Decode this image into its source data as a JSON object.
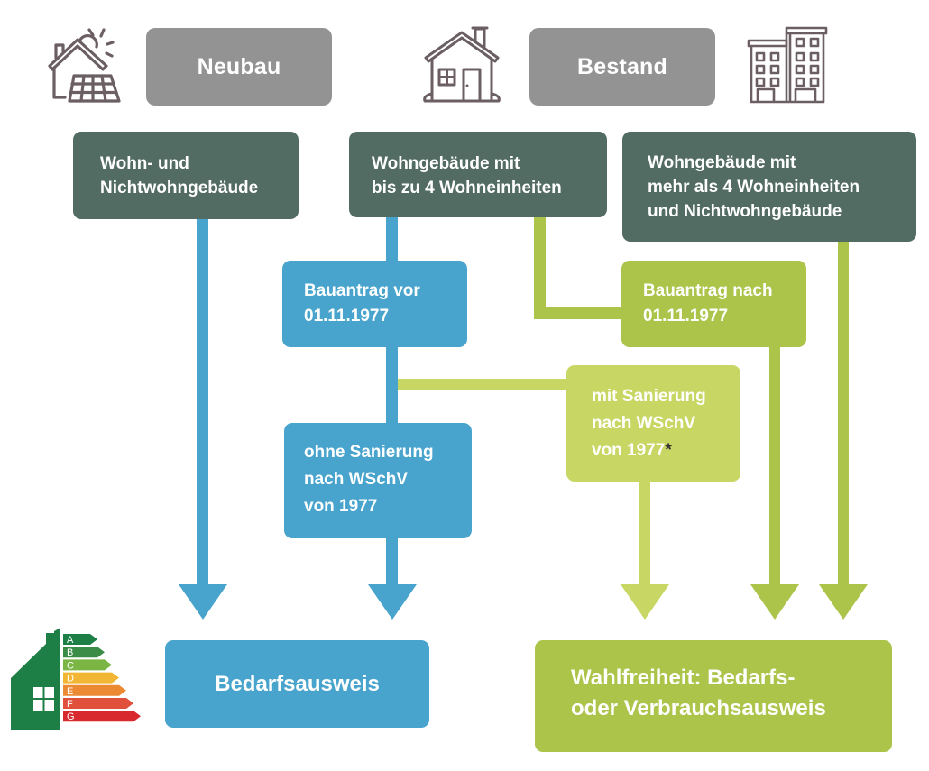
{
  "header": {
    "new_build_label": "Neubau",
    "existing_label": "Bestand"
  },
  "icons": {
    "new_build": "house-with-solar-panel-icon",
    "existing_house": "single-family-house-icon",
    "existing_apartments": "apartment-buildings-icon",
    "energy_label": "energy-efficiency-label-icon"
  },
  "energy_label_classes": [
    "A",
    "B",
    "C",
    "D",
    "E",
    "F",
    "G"
  ],
  "energy_label_colors": [
    "#1d7f45",
    "#3a8c46",
    "#7bb544",
    "#f2b635",
    "#ec8a34",
    "#e0503a",
    "#d8292f"
  ],
  "categories": {
    "new_build_buildings": [
      "Wohn- und",
      "Nichtwohngebäude"
    ],
    "existing_small": [
      "Wohngebäude mit",
      "bis zu 4 Wohneinheiten"
    ],
    "existing_large": [
      "Wohngebäude mit",
      "mehr als 4 Wohneinheiten",
      "und Nichtwohngebäude"
    ]
  },
  "conditions": {
    "permit_before": [
      "Bauantrag vor",
      "01.11.1977"
    ],
    "permit_after": [
      "Bauantrag nach",
      "01.11.1977"
    ],
    "without_renovation": [
      "ohne Sanierung",
      "nach WSchV",
      "von 1977"
    ],
    "with_renovation": [
      "mit Sanierung",
      "nach WSchV",
      "von 1977"
    ],
    "with_renovation_footnote_mark": "*"
  },
  "results": {
    "demand_certificate": "Bedarfsausweis",
    "free_choice": [
      "Wahlfreiheit: Bedarfs-",
      "oder Verbrauchsausweis"
    ]
  },
  "colors": {
    "header_gray": "#939393",
    "category_dark": "#526b63",
    "path_blue": "#48a4cd",
    "path_green": "#abc449",
    "path_light_green": "#c8d764",
    "icon_stroke": "#6b5f63"
  }
}
